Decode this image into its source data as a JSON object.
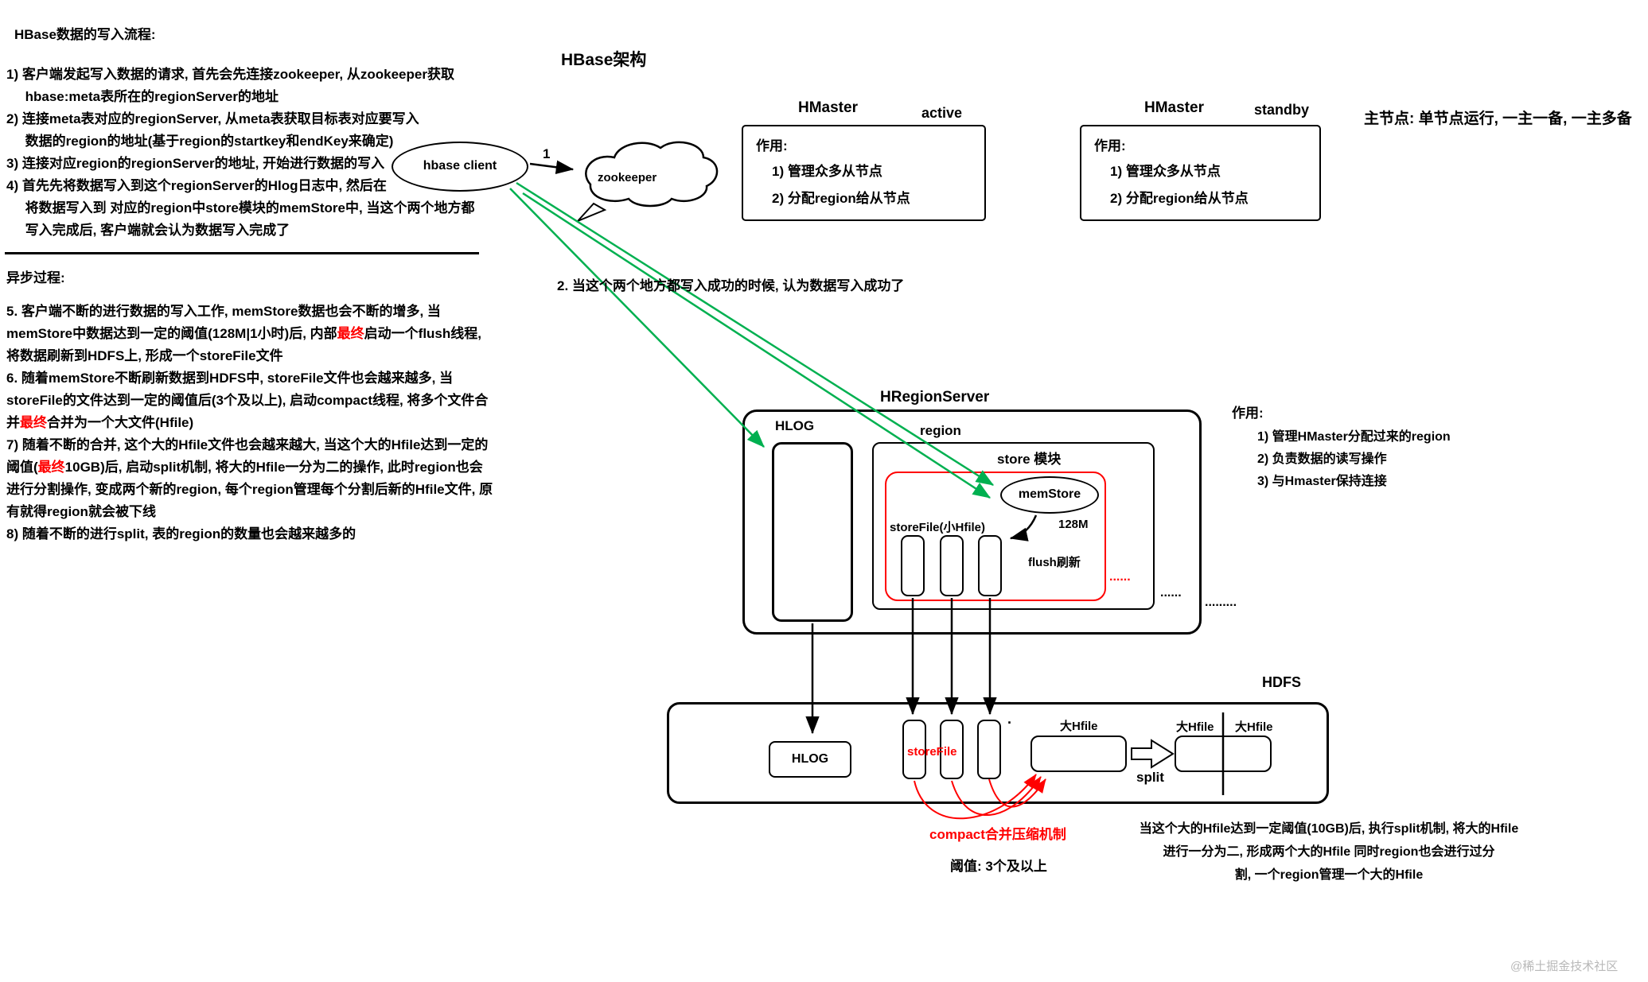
{
  "colors": {
    "accent_green": "#00b050",
    "highlight_red": "#ff0000",
    "watermark_gray": "#b8b8b8"
  },
  "left_notes": {
    "title": "HBase数据的写入流程:",
    "p1": "1) 客户端发起写入数据的请求, 首先会先连接zookeeper, 从zookeeper获取\n     hbase:meta表所在的regionServer的地址",
    "p2": "2) 连接meta表对应的regionServer, 从meta表获取目标表对应要写入\n     数据的region的地址(基于region的startkey和endKey来确定)",
    "p3": "3) 连接对应region的regionServer的地址, 开始进行数据的写入",
    "p4": "4) 首先先将数据写入到这个regionServer的Hlog日志中, 然后在\n     将数据写入到 对应的region中store模块的memStore中, 当这个两个地方都\n     写入完成后, 客户端就会认为数据写入完成了",
    "async_title": "异步过程:",
    "p5": {
      "s0": "5. 客户端不断的进行数据的写入工作, memStore数据也会不断的增多, 当\nmemStore中数据达到一定的阈值(128M|1小时)后, 内部",
      "s1": "最终",
      "s2": "启动一个flush线程,\n将数据刷新到HDFS上, 形成一个storeFile文件"
    },
    "p6": {
      "s0": "6. 随着memStore不断刷新数据到HDFS中, storeFile文件也会越来越多, 当\nstoreFile的文件达到一定的阈值后(3个及以上), 启动compact线程, 将多个文件合\n并",
      "s1": "最终",
      "s2": "合并为一个大文件(Hfile)"
    },
    "p7": {
      "s0": "7) 随着不断的合并, 这个大的Hfile文件也会越来越大, 当这个大的Hfile达到一定的\n阈值(",
      "s1": "最终",
      "s2": "10GB)后, 启动split机制, 将大的Hfile一分为二的操作, 此时region也会\n进行分割操作, 变成两个新的region, 每个region管理每个分割后新的Hfile文件, 原\n有就得region就会被下线"
    },
    "p8": "8) 随着不断的进行split, 表的region的数量也会越来越多的"
  },
  "diagram": {
    "title": "HBase架构",
    "client_label": "hbase client",
    "step1_label": "1",
    "zookeeper_label": "zookeeper",
    "hmaster_active": {
      "title": "HMaster",
      "state": "active",
      "role_title": "作用:",
      "item1": "1) 管理众多从节点",
      "item2": "2) 分配region给从节点"
    },
    "hmaster_standby": {
      "title": "HMaster",
      "state": "standby",
      "role_title": "作用:",
      "item1": "1) 管理众多从节点",
      "item2": "2) 分配region给从节点"
    },
    "master_note": "主节点: 单节点运行, 一主一备, 一主多备",
    "step2_note": "2. 当这个两个地方都写入成功的时候, 认为数据写入成功了",
    "regionserver": {
      "title": "HRegionServer",
      "hlog_label": "HLOG",
      "region_label": "region",
      "store_label": "store 模块",
      "memstore_label": "memStore",
      "memstore_size": "128M",
      "storefile_label": "storeFile(小Hfile)",
      "flush_label": "flush刷新",
      "red_dots": "......",
      "dots1": "......",
      "dots2": "........."
    },
    "regionserver_roles": {
      "title": "作用:",
      "item1": "1) 管理HMaster分配过来的region",
      "item2": "2) 负责数据的读写操作",
      "item3": "3) 与Hmaster保持连接"
    },
    "hdfs": {
      "title": "HDFS",
      "hlog_label": "HLOG",
      "storefile_label": "storeFile",
      "dot": ".",
      "big_hfile_label": "大Hfile",
      "split_hfile_label1": "大Hfile",
      "split_hfile_label2": "大Hfile",
      "split_label": "split"
    },
    "compact_note": "compact合并压缩机制",
    "threshold_note": "阈值: 3个及以上",
    "split_note": "当这个大的Hfile达到一定阈值(10GB)后, 执行split机制, 将大的Hfile\n进行一分为二, 形成两个大的Hfile 同时region也会进行过分\n割, 一个region管理一个大的Hfile"
  },
  "watermark": "@稀土掘金技术社区"
}
